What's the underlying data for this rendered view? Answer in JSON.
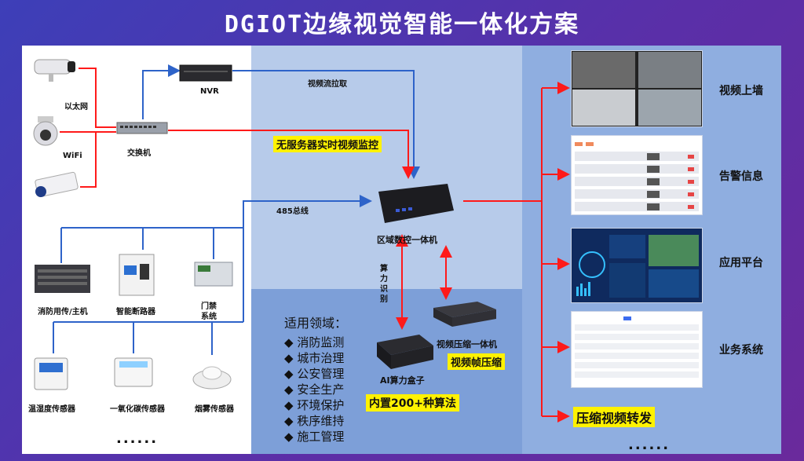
{
  "title": "DGIOT边缘视觉智能一体化方案",
  "labels": {
    "ethernet": "以太网",
    "wifi": "WiFi",
    "switch": "交换机",
    "nvr": "NVR",
    "stream_pull": "视频流拉取",
    "bus485": "485总线",
    "edge_box": "区域数控一体机",
    "compute_recog": "算力识别",
    "fire_host": "消防用传/主机",
    "smart_breaker": "智能断路器",
    "door_system": "门禁系统",
    "temp_humidity": "温湿度传感器",
    "co_sensor": "一氧化碳传感器",
    "smoke_sensor": "烟雾传感器",
    "left_more": "......",
    "ai_box": "AI算力盒子",
    "compress_box": "视频压缩一体机",
    "right_more": "......"
  },
  "highlights": {
    "serverless": "无服务器实时视频监控",
    "frame_compress": "视频帧压缩",
    "algorithms": "内置200+种算法",
    "forward": "压缩视频转发"
  },
  "domains": {
    "title": "适用领域：",
    "items": [
      "消防监测",
      "城市治理",
      "公安管理",
      "安全生产",
      "环境保护",
      "秩序维持",
      "施工管理"
    ],
    "bullet": "◆"
  },
  "outputs": {
    "video_wall": "视频上墙",
    "alarm": "告警信息",
    "app_platform": "应用平台",
    "business": "业务系统"
  },
  "colors": {
    "red_line": "#ff1a1a",
    "blue_line": "#2e63c9",
    "highlight": "#fff200"
  }
}
